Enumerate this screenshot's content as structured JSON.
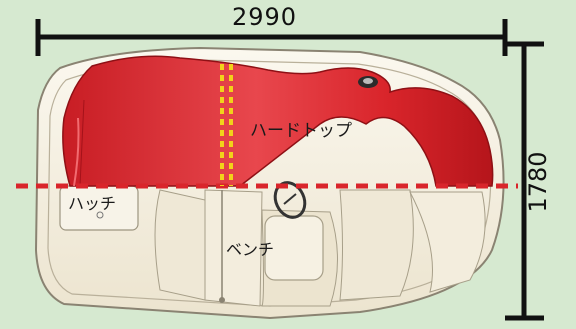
{
  "dimensions": {
    "width": "2990",
    "height": "1780"
  },
  "labels": {
    "hardtop": "ハードトップ",
    "hatch": "ハッチ",
    "bench": "ベンチ"
  },
  "colors": {
    "background": "#d6e9d0",
    "hardtop_red": "#d9252b",
    "hull_cream": "#f4efe1",
    "dimension_line": "#111111",
    "dashed_red": "#d9252b",
    "dashed_yellow": "#f2d21a"
  }
}
